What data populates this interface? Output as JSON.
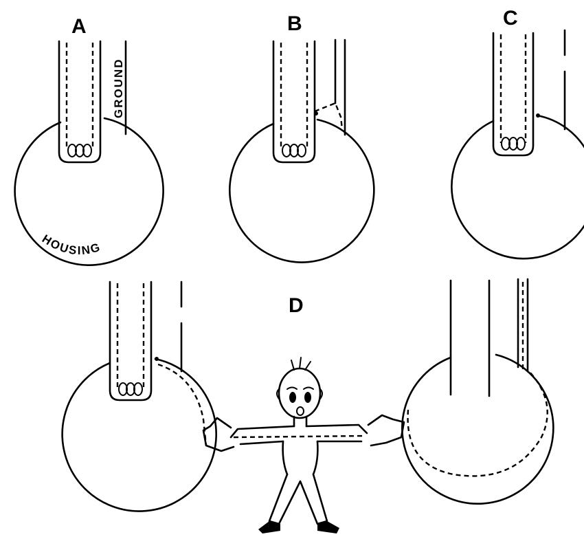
{
  "panels": {
    "a": {
      "label": "A"
    },
    "b": {
      "label": "B"
    },
    "c": {
      "label": "C"
    },
    "d": {
      "label": "D"
    }
  },
  "annotations": {
    "ground": "GROUND",
    "housing": "HOUSING"
  }
}
